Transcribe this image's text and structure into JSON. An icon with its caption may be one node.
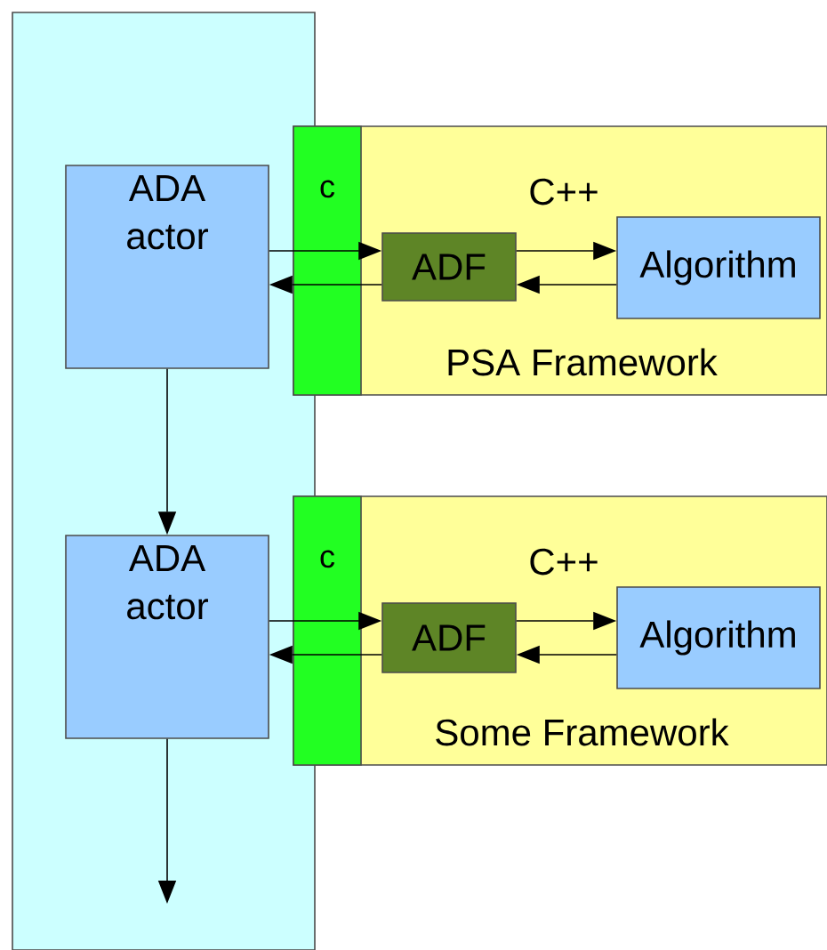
{
  "diagram": {
    "nodes": [
      {
        "text": [],
        "shape": "box"
      },
      {
        "text": [
          "ADA actor"
        ],
        "in": 0
      },
      {
        "text": [
          "c",
          "C++",
          "PSA Framework"
        ]
      },
      {
        "text": [
          "ADF"
        ],
        "in": 2
      },
      {
        "text": [
          "Algorithm"
        ],
        "in": 2
      },
      {
        "text": [
          "ADA actor"
        ],
        "in": 0
      },
      {
        "text": [
          "c",
          "C++",
          "Some Framework"
        ]
      },
      {
        "text": [
          "ADF"
        ],
        "in": 6
      },
      {
        "text": [
          "Algorithm"
        ],
        "in": 6
      }
    ],
    "edges": [
      {
        "from": 1,
        "to": 3,
        "arrow": "to"
      },
      {
        "from": 3,
        "to": 1,
        "arrow": "to"
      },
      {
        "from": 3,
        "to": 4,
        "arrow": "to"
      },
      {
        "from": 4,
        "to": 3,
        "arrow": "to"
      },
      {
        "from": 1,
        "to": 5,
        "arrow": "to"
      },
      {
        "from": 5,
        "to": 7,
        "arrow": "to"
      },
      {
        "from": 7,
        "to": 5,
        "arrow": "to"
      },
      {
        "from": 7,
        "to": 8,
        "arrow": "to"
      },
      {
        "from": 8,
        "to": 7,
        "arrow": "to"
      },
      {
        "from": 5,
        "to": null,
        "arrow": "to"
      }
    ]
  }
}
